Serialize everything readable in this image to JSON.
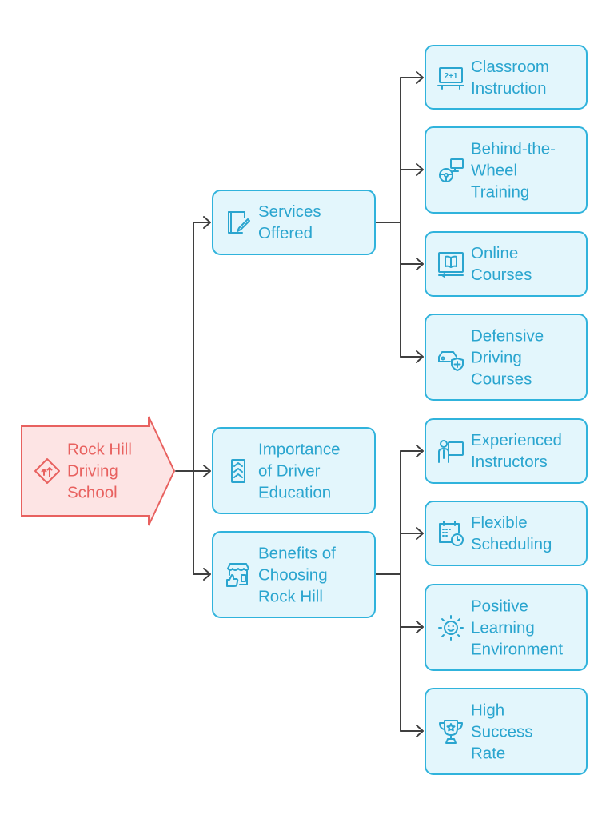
{
  "colors": {
    "accent": "#30b3dc",
    "accent_text": "#2aa5cf",
    "node_fill": "#e3f6fc",
    "root_fill": "#fde4e4",
    "root_stroke": "#e8615f",
    "connector": "#3f3f3f"
  },
  "root": {
    "label": "Rock Hill\nDriving\nSchool",
    "icon": "road-sign-icon"
  },
  "branches": [
    {
      "label": "Services\nOffered",
      "icon": "notebook-pencil-icon",
      "children": [
        {
          "label": "Classroom\nInstruction",
          "icon": "chalkboard-icon"
        },
        {
          "label": "Behind-the-\nWheel\nTraining",
          "icon": "steering-wheel-screen-icon"
        },
        {
          "label": "Online\nCourses",
          "icon": "online-book-icon"
        },
        {
          "label": "Defensive\nDriving\nCourses",
          "icon": "car-shield-icon"
        }
      ]
    },
    {
      "label": "Importance\nof Driver\nEducation",
      "icon": "chevrons-up-icon",
      "children": []
    },
    {
      "label": "Benefits of\nChoosing\nRock Hill",
      "icon": "store-thumbs-up-icon",
      "children": [
        {
          "label": "Experienced\nInstructors",
          "icon": "instructor-board-icon"
        },
        {
          "label": "Flexible\nScheduling",
          "icon": "calendar-clock-icon"
        },
        {
          "label": "Positive\nLearning\nEnvironment",
          "icon": "smiling-sun-icon"
        },
        {
          "label": "High\nSuccess\nRate",
          "icon": "trophy-star-icon"
        }
      ]
    }
  ]
}
